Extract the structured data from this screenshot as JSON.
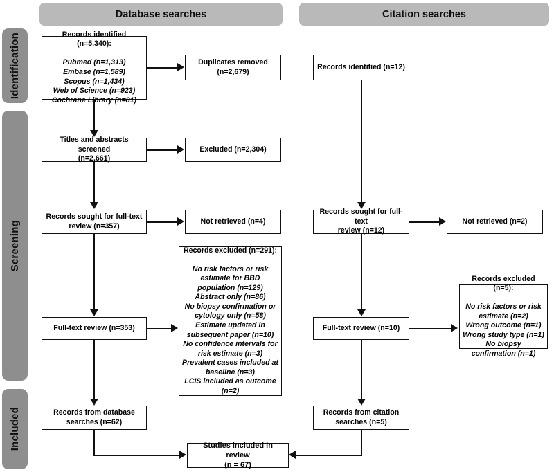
{
  "diagram": {
    "title": "PRISMA flow diagram",
    "colors": {
      "stage_bar": "#8e8e8e",
      "column_header": "#b9b9b9",
      "box_border": "#111111",
      "box_fill": "#ffffff",
      "connector": "#111111"
    }
  },
  "stages": [
    {
      "id": "identification",
      "label": "Identification"
    },
    {
      "id": "screening",
      "label": "Screening"
    },
    {
      "id": "included",
      "label": "Included"
    }
  ],
  "columns": [
    {
      "id": "database",
      "label": "Database searches"
    },
    {
      "id": "citation",
      "label": "Citation searches"
    }
  ],
  "nodes": {
    "db_identified": {
      "head": "Records identified (n=5,340):",
      "sub": "Pubmed (n=1,313)\nEmbase (n=1,589)\nScopus (n=1,434)\nWeb of Science (n=923)\nCochrane Library (n=81)"
    },
    "db_duplicates": {
      "head": "Duplicates removed\n(n=2,679)"
    },
    "db_screened": {
      "head": "Titles and abstracts screened\n(n=2,661)"
    },
    "db_excluded_screen": {
      "head": "Excluded (n=2,304)"
    },
    "db_sought": {
      "head": "Records sought for full-text\nreview (n=357)"
    },
    "db_not_retrieved": {
      "head": "Not retrieved (n=4)"
    },
    "db_fulltext": {
      "head": "Full-text review (n=353)"
    },
    "db_excluded_full": {
      "head": "Records excluded (n=291):",
      "sub": "No risk factors or risk estimate for BBD population (n=129)\nAbstract only (n=86)\nNo biopsy confirmation or cytology only (n=58)\nEstimate updated in subsequent paper (n=10)\nNo confidence intervals for risk estimate (n=3)\nPrevalent cases included at baseline (n=3)\nLCIS included as outcome (n=2)"
    },
    "db_included": {
      "head": "Records from database\nsearches (n=62)"
    },
    "cit_identified": {
      "head": "Records identified (n=12)"
    },
    "cit_sought": {
      "head": "Records sought for full-text\nreview (n=12)"
    },
    "cit_not_retrieved": {
      "head": "Not retrieved (n=2)"
    },
    "cit_fulltext": {
      "head": "Full-text review (n=10)"
    },
    "cit_excluded_full": {
      "head": "Records excluded (n=5):",
      "sub": "No risk factors or risk estimate (n=2)\nWrong outcome (n=1)\nWrong study type (n=1)\nNo biopsy confirmation (n=1)"
    },
    "cit_included": {
      "head": "Records from citation\nsearches (n=5)"
    },
    "final": {
      "head": "Studies included in review\n(n = 67)"
    }
  }
}
